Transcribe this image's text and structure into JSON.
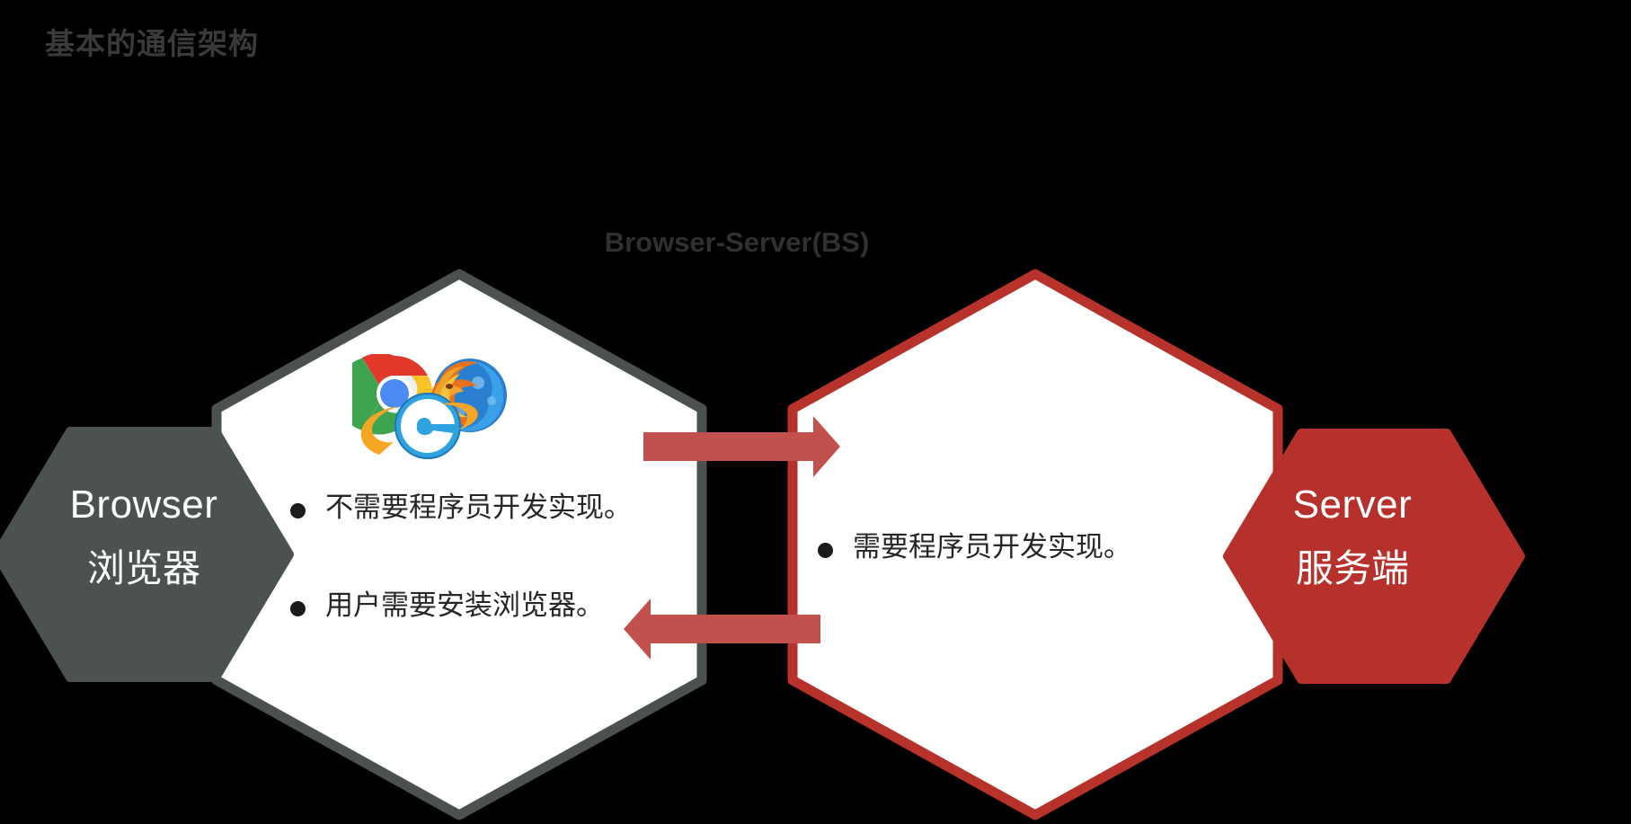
{
  "slide": {
    "title": "基本的通信架构",
    "background_color": "#000000",
    "title_color": "#3a3a3a"
  },
  "diagram": {
    "title": "Browser-Server(BS)",
    "title_color": "#2e3031",
    "client_node": {
      "name_en": "Browser",
      "name_cn": "浏览器",
      "fill_color": "#4c5151",
      "text_color": "#ffffff"
    },
    "server_node": {
      "name_en": "Server",
      "name_cn": "服务端",
      "fill_color": "#b6302c",
      "text_color": "#ffffff"
    },
    "client_panel": {
      "border_color": "#4c5151",
      "fill_color": "#ffffff",
      "icons": [
        "chrome-icon",
        "firefox-icon",
        "internet-explorer-icon"
      ],
      "bullets": [
        "不需要程序员开发实现。",
        "用户需要安装浏览器。"
      ]
    },
    "server_panel": {
      "border_color": "#b6302c",
      "fill_color": "#ffffff",
      "bullets": [
        "需要程序员开发实现。"
      ]
    },
    "arrows": [
      {
        "name": "request-arrow",
        "direction": "right",
        "color": "#c2504d"
      },
      {
        "name": "response-arrow",
        "direction": "left",
        "color": "#c2504d"
      }
    ]
  }
}
